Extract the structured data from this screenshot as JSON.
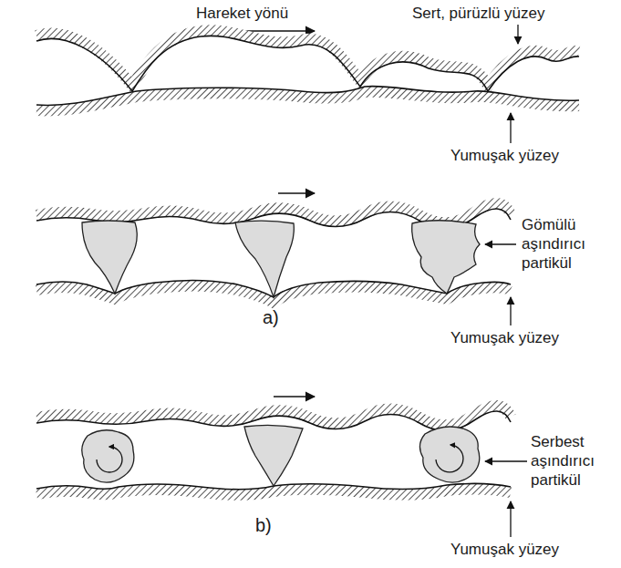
{
  "diagram": {
    "labels": [
      "Hareket yönü",
      "Sert, pürüzlü yüzey",
      "Yumuşak yüzey",
      "Gömülü aşındırıcı partikül",
      "Yumuşak yüzey",
      "a)",
      "Serbest aşındırıcı partikül",
      "b)",
      "Yumuşak yüzey"
    ]
  }
}
